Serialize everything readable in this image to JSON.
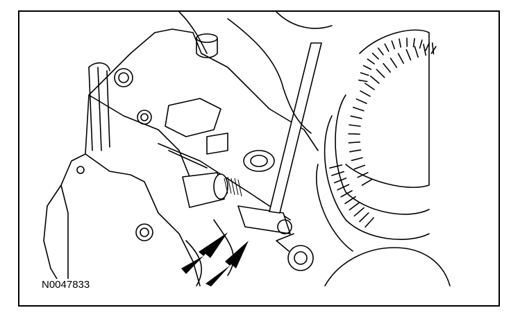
{
  "figure": {
    "reference_id": "N0047833"
  },
  "colors": {
    "line": "#000000",
    "background": "#ffffff"
  },
  "callouts": [
    {
      "icon": "arrow-icon",
      "points_to": "spring"
    },
    {
      "icon": "arrow-icon",
      "points_to": "detent"
    }
  ]
}
